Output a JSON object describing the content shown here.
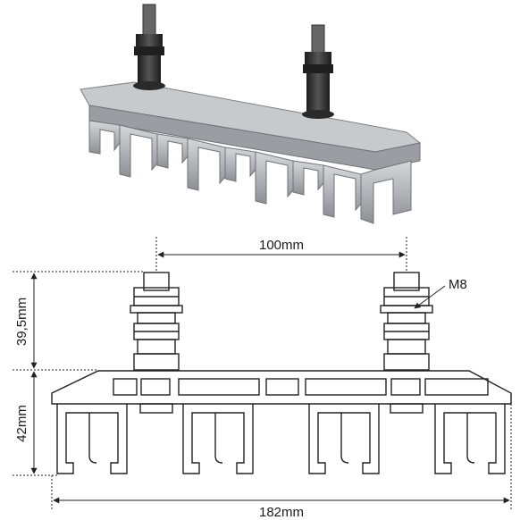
{
  "dimensions": {
    "bolt_spacing": "100mm",
    "thread": "M8",
    "bolt_height": "39,5mm",
    "profile_height": "42mm",
    "overall_width": "182mm"
  },
  "colors": {
    "aluminium": "#b9bcc0",
    "aluminium_dark": "#8a8e93",
    "bolt_black": "#2b2b2b",
    "drawing_line": "#222222"
  }
}
